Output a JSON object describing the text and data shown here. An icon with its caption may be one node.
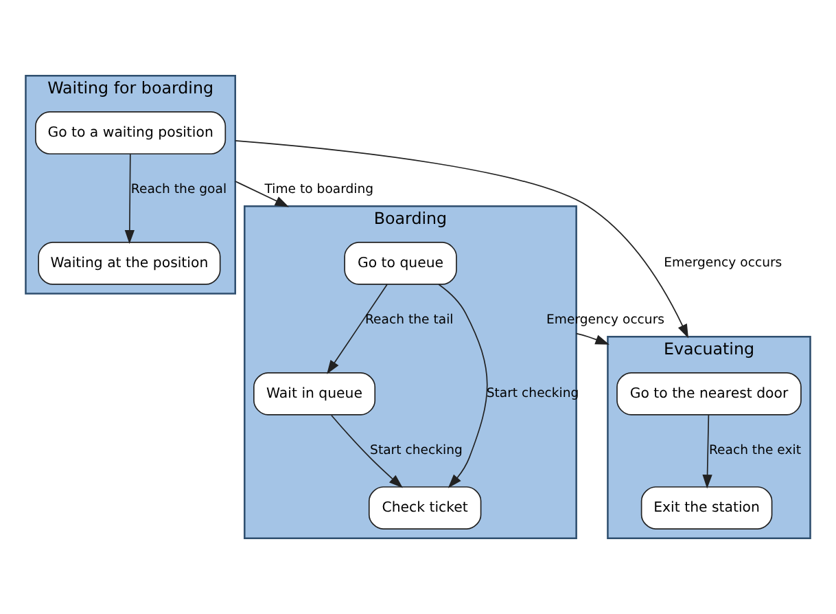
{
  "diagram": {
    "nodes": [
      {
        "text": [
          "Boarding"
        ]
      },
      {
        "text": [
          "Go to queue"
        ],
        "in": 0
      },
      {
        "text": [
          "Wait in queue"
        ],
        "in": 0
      },
      {
        "text": [
          "Check ticket"
        ],
        "in": 0
      },
      {
        "text": [
          "Waiting for boarding"
        ]
      },
      {
        "text": [
          "Go to a waiting position"
        ],
        "in": 4
      },
      {
        "text": [
          "Waiting at the position"
        ],
        "in": 4
      },
      {
        "text": [
          "Evacuating"
        ]
      },
      {
        "text": [
          "Go to the nearest door"
        ],
        "in": 7
      },
      {
        "text": [
          "Exit the station"
        ],
        "in": 7
      }
    ],
    "edges": [
      {
        "from": 1,
        "to": 2,
        "arrow": "to",
        "label": "Reach the tail"
      },
      {
        "from": 1,
        "to": 3,
        "arrow": "to",
        "label": "Start checking"
      },
      {
        "from": 2,
        "to": 3,
        "arrow": "to",
        "label": "Start checking"
      },
      {
        "from": 4,
        "to": 0,
        "arrow": "to",
        "label": "Time to boarding"
      },
      {
        "from": 0,
        "to": 7,
        "arrow": "to",
        "label": "Emergency occurs"
      },
      {
        "from": 4,
        "to": 7,
        "arrow": "to",
        "label": "Emergency occurs"
      },
      {
        "from": 5,
        "to": 6,
        "arrow": "to",
        "label": "Reach the goal"
      },
      {
        "from": 8,
        "to": 9,
        "arrow": "to",
        "label": "Reach the exit"
      }
    ]
  }
}
